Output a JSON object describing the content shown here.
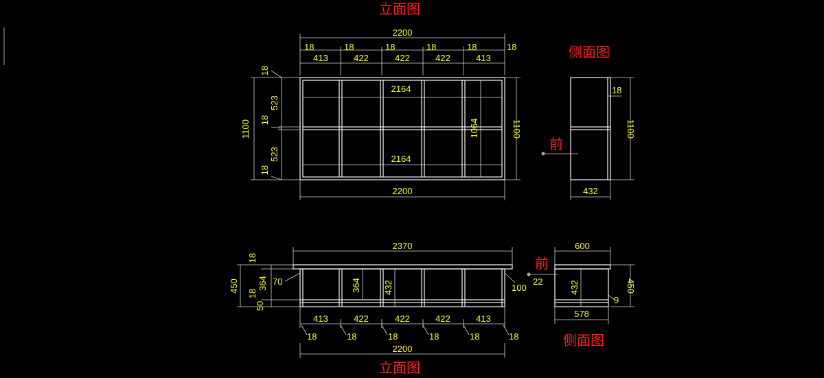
{
  "titles": {
    "elevation_top": "立面图",
    "side_top": "侧面图",
    "front_top": "前",
    "elevation_bottom": "立面图",
    "side_bottom": "侧面图",
    "front_bottom": "前"
  },
  "upper_elevation": {
    "overall_width": "2200",
    "top_thickness_labels": [
      "18",
      "18",
      "18",
      "18",
      "18",
      "18"
    ],
    "top_bay_labels": [
      "413",
      "422",
      "422",
      "422",
      "413"
    ],
    "left_labels": [
      "18",
      "523",
      "18",
      "523",
      "18"
    ],
    "left_overall": "1100",
    "right_overall": "1100",
    "inner_width_top": "2164",
    "inner_width_bottom": "2164",
    "inner_height": "1064",
    "bottom_width": "2200"
  },
  "upper_side": {
    "thickness": "18",
    "height": "1100",
    "depth": "432"
  },
  "lower_elevation": {
    "overall_width": "2370",
    "left_labels": [
      "18",
      "450",
      "18",
      "364",
      "50"
    ],
    "leg_offset_left": "70",
    "leg_offset_right": "100",
    "inner_height_a": "364",
    "inner_height_b": "432",
    "bay_labels": [
      "413",
      "422",
      "422",
      "422",
      "413"
    ],
    "thickness_labels": [
      "18",
      "18",
      "18",
      "18",
      "18",
      "18"
    ],
    "bottom_width": "2200"
  },
  "lower_side": {
    "width": "600",
    "offset": "22",
    "height_inner": "432",
    "height": "450",
    "small": "9",
    "bottom_width": "578"
  }
}
